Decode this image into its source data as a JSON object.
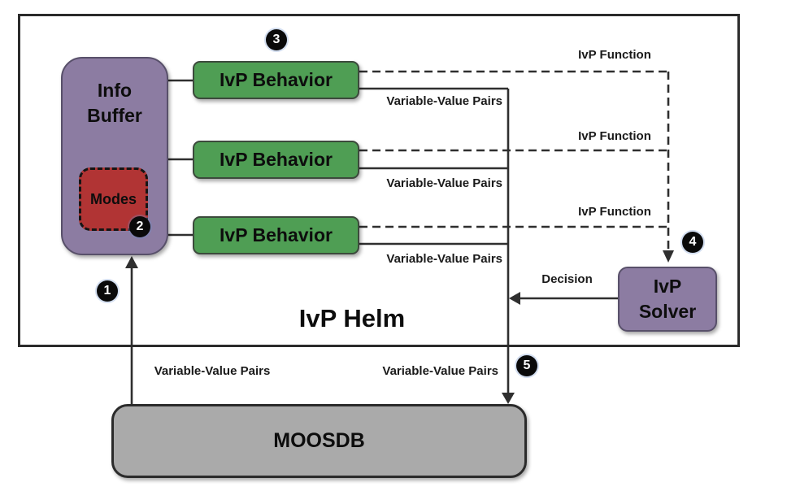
{
  "diagram": {
    "helm": {
      "title": "IvP Helm"
    },
    "info_buffer": {
      "line1": "Info",
      "line2": "Buffer"
    },
    "modes": {
      "label": "Modes"
    },
    "behaviors": [
      {
        "label": "IvP Behavior"
      },
      {
        "label": "IvP Behavior"
      },
      {
        "label": "IvP Behavior"
      }
    ],
    "solver": {
      "line1": "IvP",
      "line2": "Solver"
    },
    "moosdb": {
      "label": "MOOSDB"
    },
    "edge_labels": {
      "ivp_function": [
        "IvP Function",
        "IvP Function",
        "IvP Function"
      ],
      "variable_value_pairs": [
        "Variable-Value Pairs",
        "Variable-Value Pairs",
        "Variable-Value Pairs"
      ],
      "variable_value_pairs_bottom": [
        "Variable-Value Pairs",
        "Variable-Value Pairs"
      ],
      "decision": "Decision"
    },
    "badges": [
      "1",
      "2",
      "3",
      "4",
      "5"
    ],
    "colors": {
      "purple": "#8c7ca2",
      "green": "#4f9e54",
      "red": "#b13434",
      "gray": "#aaaaaa",
      "line": "#2f2f2f",
      "frame": "#2b2b2b",
      "badge": "#0a0a0a"
    }
  }
}
